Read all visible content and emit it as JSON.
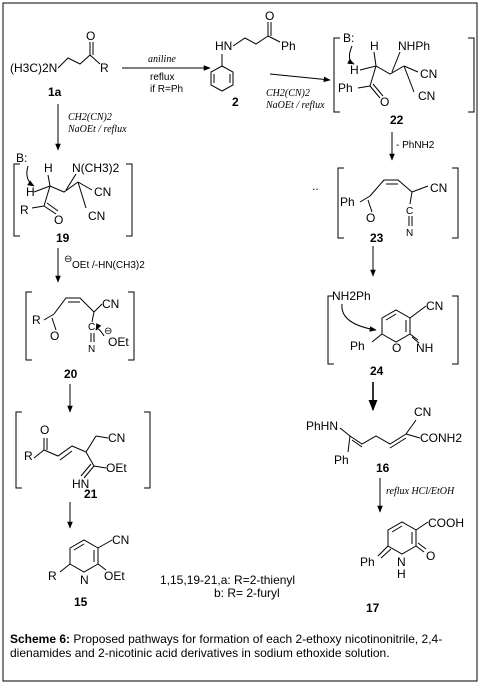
{
  "frame": {
    "border_color": "#000000"
  },
  "compounds": {
    "c1a": {
      "label": "1a",
      "amine": "(H3C)2N",
      "r": "R"
    },
    "c2": {
      "label": "2",
      "nh": "HN",
      "ph": "Ph"
    },
    "c22": {
      "label": "22",
      "base": "B:",
      "h": "H",
      "nhph": "NHPh",
      "ph": "Ph",
      "cn1": "CN",
      "cn2": "CN"
    },
    "c23": {
      "label": "23",
      "ph": "Ph",
      "cn1": "CN",
      "c": "C",
      "n": "N"
    },
    "c24": {
      "label": "24",
      "nh2ph": "NH2Ph",
      "cn": "CN",
      "ph": "Ph",
      "o": "O",
      "nh": "NH"
    },
    "c16": {
      "label": "16",
      "phhn": "PhHN",
      "ph": "Ph",
      "cn": "CN",
      "conh2": "CONH2"
    },
    "c17": {
      "label": "17",
      "cooh": "COOH",
      "ph": "Ph",
      "nh": "N",
      "h": "H",
      "o": "O"
    },
    "c19": {
      "label": "19",
      "base": "B:",
      "h": "H",
      "nme2": "N(CH3)2",
      "r": "R",
      "cn1": "CN",
      "cn2": "CN"
    },
    "c20": {
      "label": "20",
      "r": "R",
      "cn": "CN",
      "c": "C",
      "n": "N",
      "oet": "OEt"
    },
    "c21": {
      "label": "21",
      "r": "R",
      "cn": "CN",
      "hn": "HN",
      "oet": "OEt"
    },
    "c15": {
      "label": "15",
      "r": "R",
      "n": "N",
      "cn": "CN",
      "oet": "OEt"
    }
  },
  "conditions": {
    "aniline": "aniline",
    "reflux": "reflux",
    "if_r_ph": "if R=Ph",
    "malononitrile_1": "CH2(CN)2",
    "naoet_reflux_1": "NaOEt / reflux",
    "malononitrile_2": "CH2(CN)2",
    "naoet_reflux_2": "NaOEt / reflux",
    "minus_phnh2": "- PhNH2",
    "oet_minus_amine": "OEt /-HN(CH3)2",
    "reflux_hcl": "reflux HCl/EtOH",
    "dots": ".."
  },
  "legend": {
    "line1": "1,15,19-21,a: R=2-thienyl",
    "line2": "b: R= 2-furyl"
  },
  "caption": {
    "label": "Scheme 6:",
    "text": " Proposed pathways for formation of each 2-ethoxy nicotinonitrile, 2,4-dienamides and 2-nicotinic acid derivatives in sodium ethoxide solution."
  }
}
